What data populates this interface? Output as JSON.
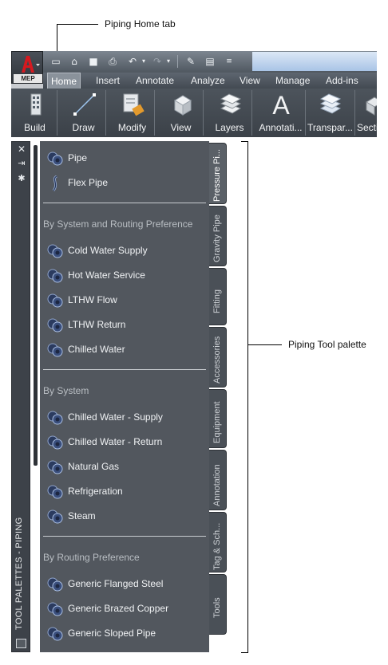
{
  "annotations": {
    "home_tab_callout": "Piping Home tab",
    "tool_palette_callout": "Piping Tool palette"
  },
  "app": {
    "app_button_label": "MEP",
    "app_button_icon": "autocad-a-logo-icon",
    "brand_color": "#c0151a"
  },
  "quick_access": {
    "icons": [
      "new-icon",
      "open-icon",
      "save-icon",
      "print-icon",
      "undo-icon",
      "dropdown-icon",
      "redo-icon",
      "dropdown-icon",
      "plot-icon",
      "properties-icon",
      "customize-icon"
    ]
  },
  "ribbon": {
    "tabs": [
      {
        "label": "Home",
        "active": true
      },
      {
        "label": "Insert"
      },
      {
        "label": "Annotate"
      },
      {
        "label": "Analyze"
      },
      {
        "label": "View"
      },
      {
        "label": "Manage"
      },
      {
        "label": "Add-ins"
      }
    ],
    "panels": [
      {
        "label": "Build",
        "icon": "build-icon"
      },
      {
        "label": "Draw",
        "icon": "draw-line-icon"
      },
      {
        "label": "Modify",
        "icon": "modify-icon"
      },
      {
        "label": "View",
        "icon": "view-cube-icon"
      },
      {
        "label": "Layers",
        "icon": "layers-icon"
      },
      {
        "label": "Annotati...",
        "icon": "annotation-a-icon"
      },
      {
        "label": "Transpar...",
        "icon": "transparency-icon"
      },
      {
        "label": "Secti",
        "icon": "section-icon"
      }
    ]
  },
  "palette": {
    "title": "TOOL PALETTES - PIPING",
    "controls": [
      "close-icon",
      "autohide-icon",
      "properties-icon"
    ],
    "tabs": [
      {
        "label": "Pressure Pi...",
        "active": true
      },
      {
        "label": "Gravity Pipe"
      },
      {
        "label": "Fitting"
      },
      {
        "label": "Accessories"
      },
      {
        "label": "Equipment"
      },
      {
        "label": "Annotation"
      },
      {
        "label": "Tag & Sch..."
      },
      {
        "label": "Tools"
      }
    ],
    "top_tools": [
      {
        "label": "Pipe",
        "icon": "pipe-icon"
      },
      {
        "label": "Flex Pipe",
        "icon": "flex-pipe-icon"
      }
    ],
    "groups": [
      {
        "title": "By System and Routing Preference",
        "items": [
          "Cold Water Supply",
          "Hot Water Service",
          "LTHW Flow",
          "LTHW Return",
          "Chilled Water"
        ]
      },
      {
        "title": "By System",
        "items": [
          "Chilled Water - Supply",
          "Chilled Water - Return",
          "Natural Gas",
          "Refrigeration",
          "Steam"
        ]
      },
      {
        "title": "By Routing Preference",
        "items": [
          "Generic Flanged Steel",
          "Generic Brazed Copper",
          "Generic Sloped Pipe"
        ]
      }
    ]
  }
}
